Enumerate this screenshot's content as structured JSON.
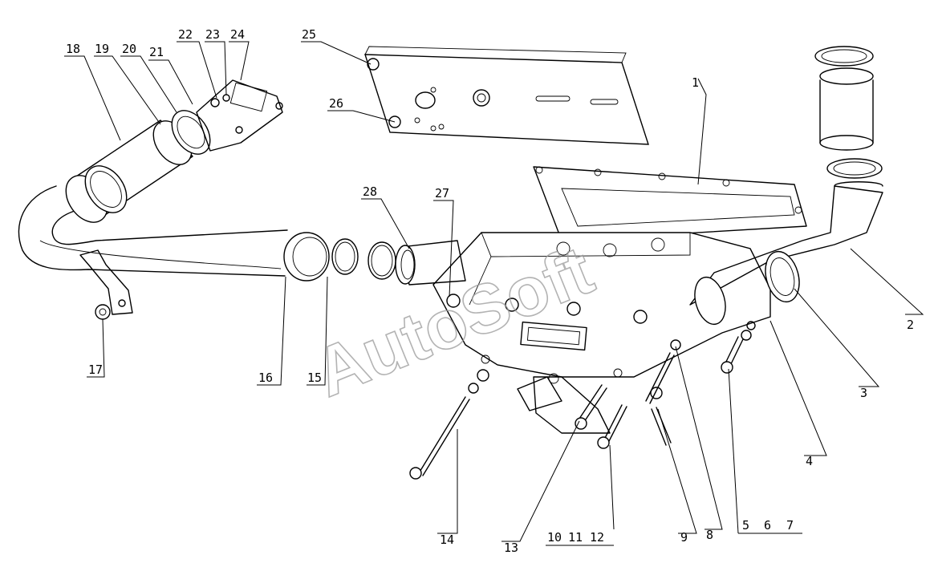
{
  "watermark": "AutoSoft",
  "callouts": [
    "1",
    "2",
    "3",
    "4",
    "5",
    "6",
    "7",
    "8",
    "9",
    "10",
    "11",
    "12",
    "13",
    "14",
    "15",
    "16",
    "17",
    "18",
    "19",
    "20",
    "21",
    "22",
    "23",
    "24",
    "25",
    "26",
    "27",
    "28"
  ]
}
